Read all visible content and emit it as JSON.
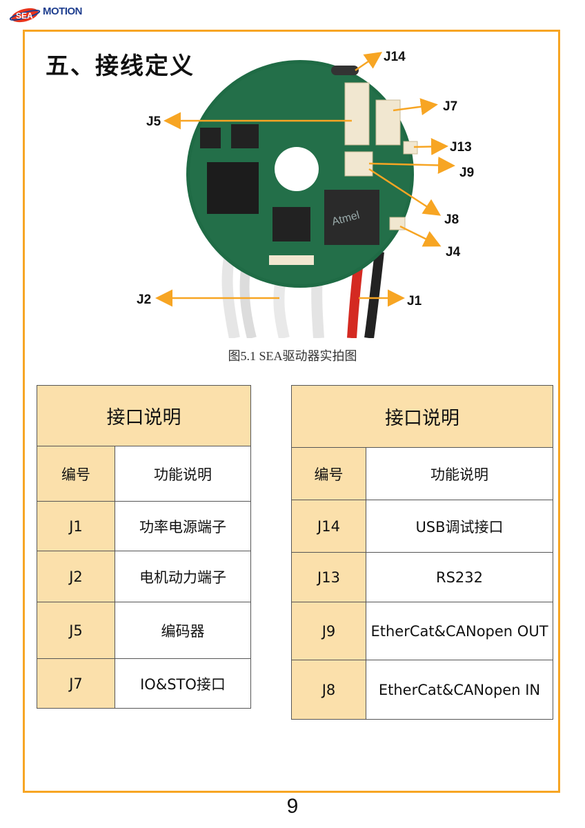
{
  "header": {
    "logo_text": "SEA MOTION"
  },
  "section_title": "五、接线定义",
  "figure": {
    "caption": "图5.1 SEA驱动器实拍图",
    "labels": [
      "J14",
      "J7",
      "J5",
      "J13",
      "J9",
      "J8",
      "J4",
      "J2",
      "J1"
    ],
    "chip_text": "Atmel",
    "accent_color": "#f7a523"
  },
  "tables": [
    {
      "title": "接口说明",
      "col_code": "编号",
      "col_func": "功能说明",
      "rows": [
        {
          "code": "J1",
          "func": "功率电源端子"
        },
        {
          "code": "J2",
          "func": "电机动力端子"
        },
        {
          "code": "J5",
          "func": "编码器"
        },
        {
          "code": "J7",
          "func": "IO&STO接口"
        }
      ]
    },
    {
      "title": "接口说明",
      "col_code": "编号",
      "col_func": "功能说明",
      "rows": [
        {
          "code": "J14",
          "func": "USB调试接口"
        },
        {
          "code": "J13",
          "func": "RS232"
        },
        {
          "code": "J9",
          "func": "EtherCat&CANopen OUT"
        },
        {
          "code": "J8",
          "func": "EtherCat&CANopen IN"
        }
      ]
    }
  ],
  "page_number": "9"
}
